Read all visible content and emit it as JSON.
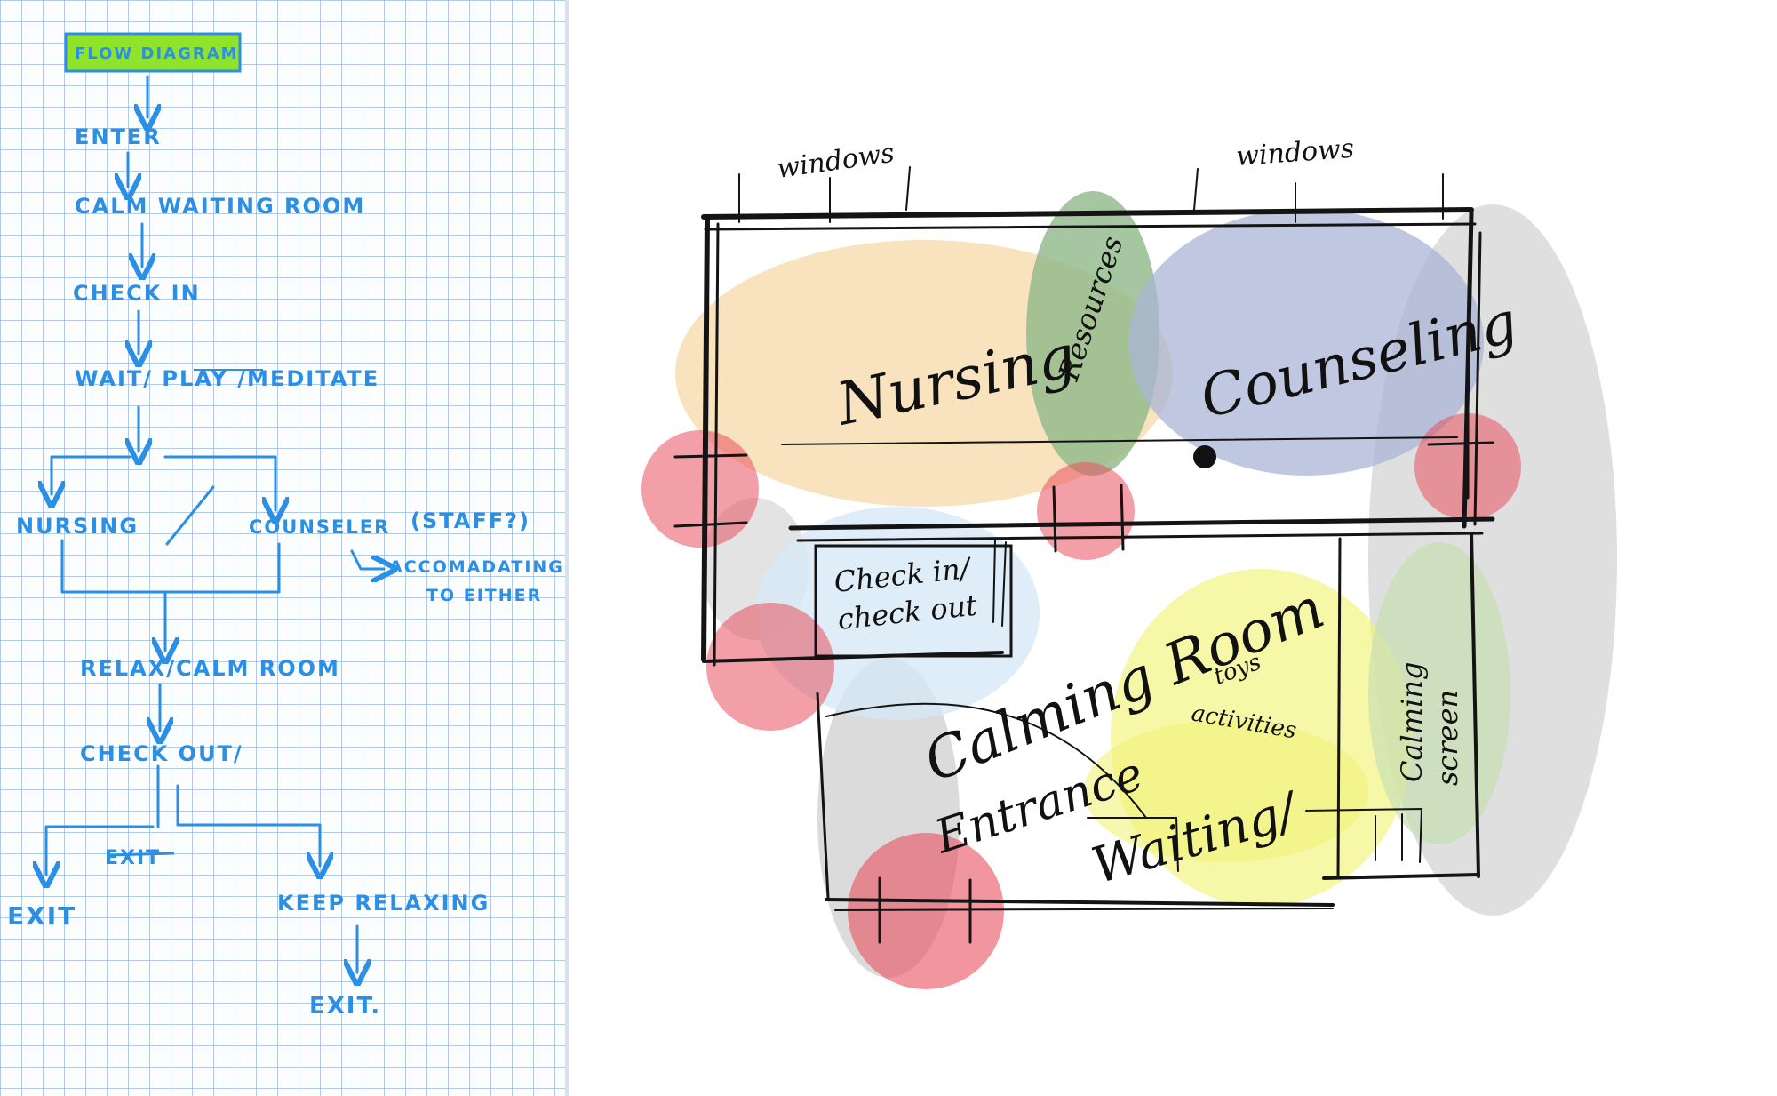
{
  "flow": {
    "title": "FLOW DIAGRAM",
    "steps": {
      "enter": "ENTER",
      "waiting": "CALM WAITING ROOM",
      "checkin": "CHECK IN",
      "wait_prefix": "WAIT/ ",
      "play": "PLAY",
      "meditate": " /MEDITATE",
      "nursing": "NURSING",
      "slash": "/",
      "counseler": "COUNSELER",
      "staff": "(STAFF?)",
      "accom1": "ACCOMADATING",
      "accom2": "TO EITHER",
      "relax": "RELAX/CALM ROOM",
      "checkout": "CHECK OUT/",
      "crossed": "EXIT",
      "exit": "EXIT",
      "keep": "KEEP RELAXING",
      "exit2": "EXIT."
    },
    "colors": {
      "ink": "#2b8fe6",
      "title_highlight": "#8fe32a"
    }
  },
  "plan": {
    "top_labels": {
      "windows_left": "windows",
      "windows_right": "windows"
    },
    "rooms": {
      "nursing": "Nursing",
      "resources": "Resources",
      "counseling": "Counseling",
      "check_line1": "Check in/",
      "check_line2": "check out",
      "calming_room": "Calming Room",
      "toys": "toys",
      "activities": "activities",
      "calming_screen_line1": "Calming",
      "calming_screen_line2": "screen",
      "entrance": "Entrance",
      "waiting": "Waiting/"
    },
    "colors": {
      "nursing": "#f5d9a8",
      "resources": "#8fb88a",
      "counseling": "#aab6d6",
      "check": "#d6e9f5",
      "calming": "#f2f27a",
      "screen": "#c8e0b4",
      "door": "#e8505e",
      "circulation": "#b8b8b8"
    }
  }
}
